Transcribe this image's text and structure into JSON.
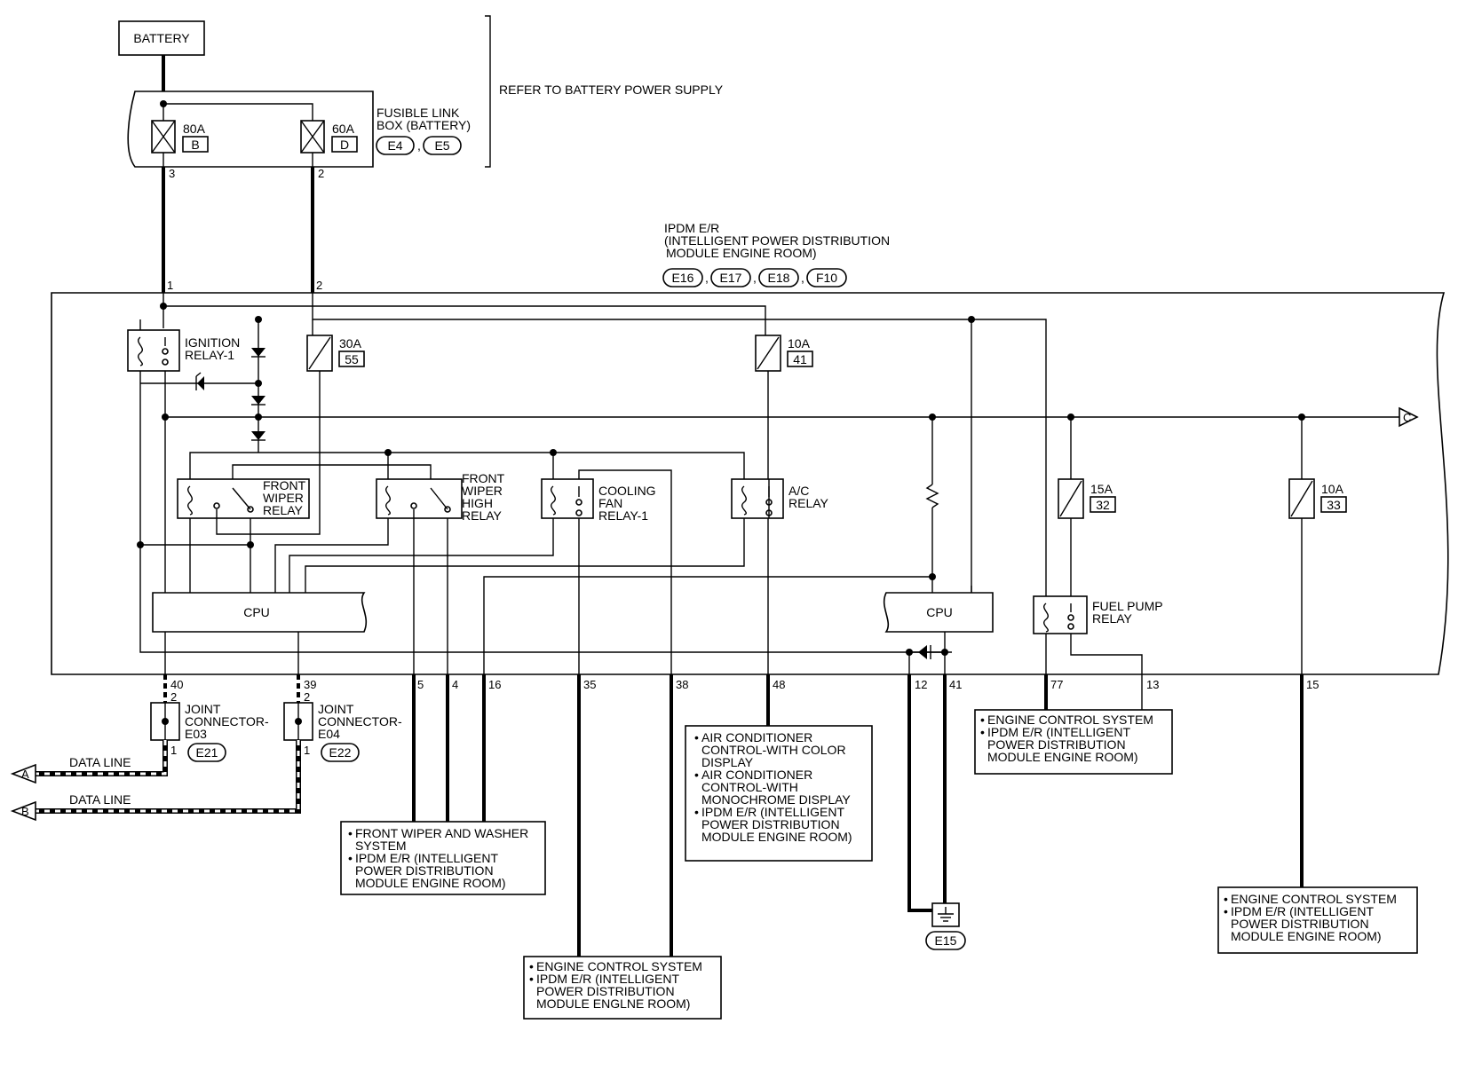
{
  "battery": "BATTERY",
  "refer_note": "REFER TO BATTERY POWER SUPPLY",
  "fusible_link": {
    "title_line1": "FUSIBLE LINK",
    "title_line2": "BOX (BATTERY)",
    "connectors": [
      "E4",
      "E5"
    ],
    "fuses": [
      {
        "rating": "80A",
        "letter": "B",
        "pin": "3"
      },
      {
        "rating": "60A",
        "letter": "D",
        "pin": "2"
      }
    ]
  },
  "ipdm": {
    "title_line1": "IPDM E/R",
    "title_line2": "(INTELLIGENT POWER DISTRIBUTION",
    "title_line3": "MODULE ENGINE ROOM)",
    "connectors": [
      "E16",
      "E17",
      "E18",
      "F10"
    ],
    "input_pins": [
      "1",
      "2"
    ]
  },
  "components": {
    "ignition_relay": [
      "IGNITION",
      "RELAY-1"
    ],
    "fuse_30a": {
      "rating": "30A",
      "number": "55"
    },
    "fuse_10a_41": {
      "rating": "10A",
      "number": "41"
    },
    "fuse_15a": {
      "rating": "15A",
      "number": "32"
    },
    "fuse_10a_33": {
      "rating": "10A",
      "number": "33"
    },
    "front_wiper_relay": [
      "FRONT",
      "WIPER",
      "RELAY"
    ],
    "front_wiper_high_relay": [
      "FRONT",
      "WIPER",
      "HIGH",
      "RELAY"
    ],
    "cooling_fan_relay": [
      "COOLING",
      "FAN",
      "RELAY-1"
    ],
    "ac_relay": [
      "A/C",
      "RELAY"
    ],
    "fuel_pump_relay": [
      "FUEL PUMP",
      "RELAY"
    ],
    "cpu_left": "CPU",
    "cpu_right": "CPU",
    "connector_c": "C"
  },
  "terminals": [
    "40",
    "39",
    "5",
    "4",
    "16",
    "35",
    "38",
    "48",
    "12",
    "41",
    "77",
    "13",
    "15"
  ],
  "joint_connectors": [
    {
      "line1": "JOINT",
      "line2": "CONNECTOR-",
      "line3": "E03",
      "pin_top": "2",
      "pin_bottom": "1",
      "connector": "E21"
    },
    {
      "line1": "JOINT",
      "line2": "CONNECTOR-",
      "line3": "E04",
      "pin_top": "2",
      "pin_bottom": "1",
      "connector": "E22"
    }
  ],
  "data_lines": [
    {
      "label": "DATA LINE",
      "letter": "A"
    },
    {
      "label": "DATA LINE",
      "letter": "B"
    }
  ],
  "ground": "E15",
  "callouts": {
    "wiper": [
      "FRONT WIPER AND WASHER",
      "SYSTEM",
      "IPDM E/R (INTELLIGENT",
      "POWER DISTRIBUTION",
      "MODULE ENGINE ROOM)"
    ],
    "engine_bottom": [
      "ENGINE CONTROL SYSTEM",
      "IPDM E/R (INTELLIGENT",
      "POWER DISTRIBUTION",
      "MODULE ENGLNE ROOM)"
    ],
    "aircon": [
      "AIR CONDITIONER",
      "CONTROL-WITH COLOR",
      "DISPLAY",
      "AIR CONDITIONER",
      "CONTROL-WITH",
      "MONOCHROME DISPLAY",
      "IPDM E/R (INTELLIGENT",
      "POWER DISTRIBUTION",
      "MODULE ENGINE ROOM)"
    ],
    "engine_mid": [
      "ENGINE CONTROL SYSTEM",
      "IPDM E/R (INTELLIGENT",
      "POWER DISTRIBUTION",
      "MODULE ENGINE ROOM)"
    ],
    "engine_right": [
      "ENGINE CONTROL SYSTEM",
      "IPDM E/R (INTELLIGENT",
      "POWER DISTRIBUTION",
      "MODULE ENGINE ROOM)"
    ]
  }
}
